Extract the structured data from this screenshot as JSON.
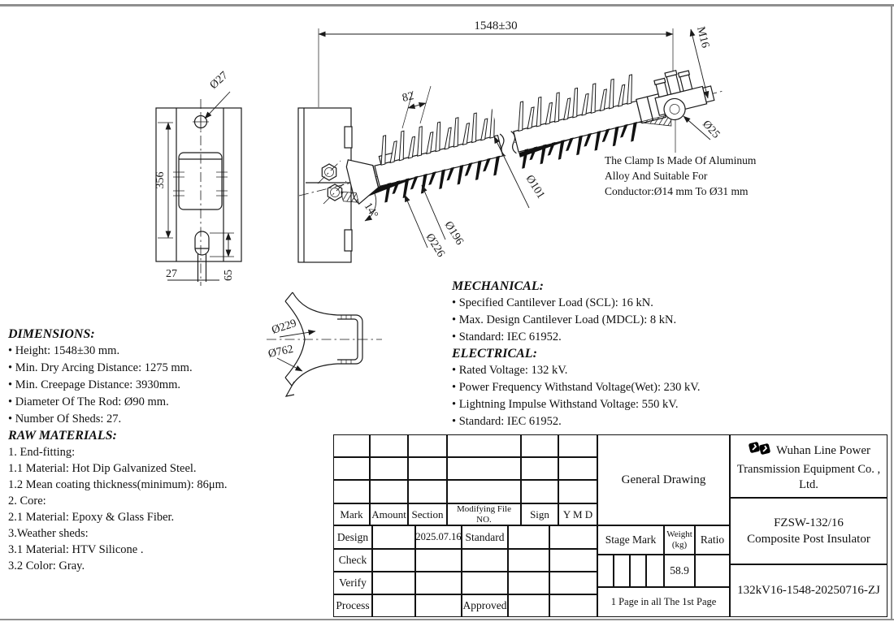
{
  "dims": {
    "overall": "1548±30",
    "m16": "M16",
    "phi25": "Ø25",
    "phi27": "Ø27",
    "h356": "356",
    "w27": "27",
    "h65": "65",
    "s82": "82",
    "a14": "14°",
    "phi226": "Ø226",
    "phi196": "Ø196",
    "phi101": "Ø101",
    "phi229": "Ø229",
    "phi762": "Ø762"
  },
  "notes": {
    "clamp_line1": "The Clamp Is Made Of Aluminum",
    "clamp_line2": "Alloy And Suitable For",
    "clamp_line3": "Conductor:Ø14 mm To Ø31 mm"
  },
  "panels": {
    "dimensions": {
      "title": "DIMENSIONS:",
      "items": [
        "• Height: 1548±30 mm.",
        "• Min. Dry Arcing Distance: 1275 mm.",
        "• Min. Creepage Distance: 3930mm.",
        "• Diameter Of  The Rod: Ø90 mm.",
        "• Number Of Sheds: 27."
      ]
    },
    "raw": {
      "title": "RAW MATERIALS:",
      "items": [
        "1. End-fitting:",
        "1.1 Material: Hot Dip Galvanized Steel.",
        "1.2 Mean coating thickness(minimum): 86μm.",
        "2. Core:",
        "2.1 Material: Epoxy & Glass Fiber.",
        "3.Weather sheds:",
        "3.1 Material: HTV Silicone .",
        "3.2 Color: Gray."
      ]
    },
    "mechanical": {
      "title": "MECHANICAL:",
      "items": [
        "• Specified Cantilever Load (SCL): 16 kN.",
        "• Max. Design Cantilever Load (MDCL): 8 kN.",
        "• Standard: IEC 61952."
      ]
    },
    "electrical": {
      "title": "ELECTRICAL:",
      "items": [
        "• Rated Voltage: 132 kV.",
        "• Power Frequency Withstand Voltage(Wet): 230 kV.",
        "• Lightning Impulse Withstand Voltage: 550 kV.",
        "• Standard: IEC 61952."
      ]
    }
  },
  "title_block": {
    "rev_headers": [
      "Mark",
      "Amount",
      "Section",
      "Modifying File NO.",
      "Sign",
      "Y M D"
    ],
    "design_label": "Design",
    "design_date": "2025.07.16",
    "standard_label": "Standard",
    "check_label": "Check",
    "verify_label": "Verify",
    "process_label": "Process",
    "approved_label": "Approved",
    "general_drawing": "General Drawing",
    "company_line1": "Wuhan Line Power",
    "company_line2": "Transmission Equipment Co. , Ltd.",
    "product_line1": "FZSW-132/16",
    "product_line2": "Composite Post Insulator",
    "stage_mark": "Stage Mark",
    "weight_label": "Weight (kg)",
    "ratio_label": "Ratio",
    "weight_value": "58.9",
    "page_info": "1 Page in all The 1st Page",
    "drawing_no": "132kV16-1548-20250716-ZJ"
  }
}
